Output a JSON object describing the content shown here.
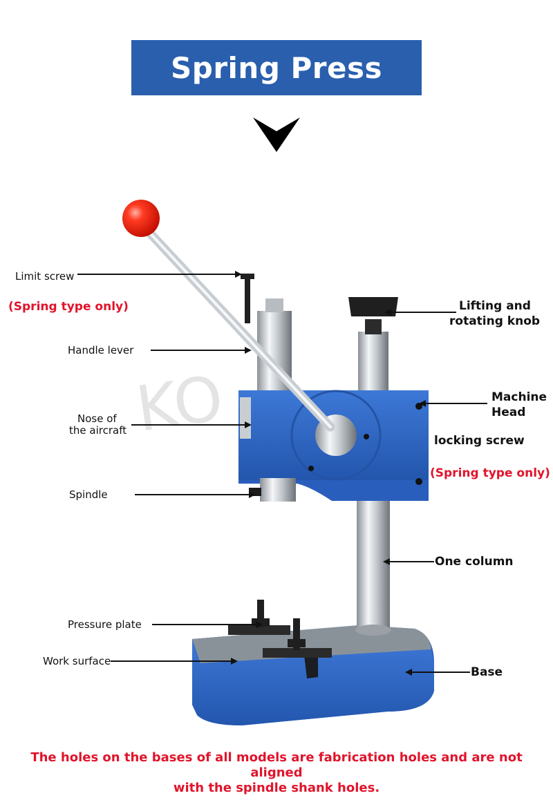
{
  "title": "Spring Press",
  "colors": {
    "banner": "#2a5fae",
    "machine_blue": "#2e66c4",
    "accent_red": "#e0142b",
    "knob_red": "#ff2a1a"
  },
  "labels": {
    "limit_screw": "Limit screw",
    "spring_type_only_left": "(Spring type only)",
    "handle_lever": "Handle lever",
    "nose_line1": "Nose of",
    "nose_line2": "the aircraft",
    "spindle": "Spindle",
    "pressure_plate": "Pressure plate",
    "work_surface": "Work surface",
    "lifting_line1": "Lifting and",
    "lifting_line2": "rotating knob",
    "machine_head_line1": "Machine",
    "machine_head_line2": "Head",
    "locking_screw": "locking screw",
    "spring_type_only_right": "(Spring type only)",
    "one_column": "One column",
    "base": "Base"
  },
  "footer": {
    "line1": "The holes on the bases of all models are fabrication holes and are not aligned",
    "line2": "with the spindle shank holes."
  }
}
